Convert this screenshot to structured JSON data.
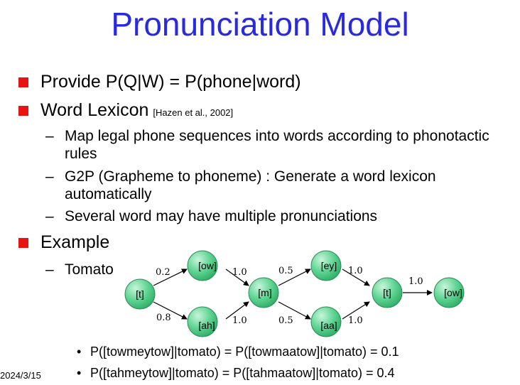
{
  "slide": {
    "title": "Pronunciation Model",
    "bullets": [
      {
        "text": "Provide P(Q|W) = P(phone|word)"
      },
      {
        "text": "Word Lexicon",
        "citation": "[Hazen et al., 2002]"
      },
      {
        "text": "Example"
      }
    ],
    "sub_bullets": [
      "Map legal phone sequences into words according to phonotactic rules",
      "G2P (Grapheme to phoneme) : Generate a word lexicon automatically",
      "Several word may have multiple pronunciations"
    ],
    "example_sub": "Tomato",
    "dot_bullets": [
      "P([towmeytow]|tomato) = P([towmaatow]|tomato) = 0.1",
      "P([tahmeytow]|tomato) = P([tahmaatow]|tomato) = 0.4"
    ],
    "date": "2024/3/15"
  },
  "network": {
    "nodes": [
      "[t]",
      "[ow]",
      "[ah]",
      "[m]",
      "[ey]",
      "[aa]",
      "[t]",
      "[ow]"
    ],
    "edge_probs": [
      "0.2",
      "0.8",
      "1.0",
      "1.0",
      "0.5",
      "0.5",
      "1.0",
      "1.0",
      "1.0"
    ]
  },
  "colors": {
    "title": "#2929e0",
    "bullet": "#e81414",
    "node_fill": "#3cc878"
  }
}
